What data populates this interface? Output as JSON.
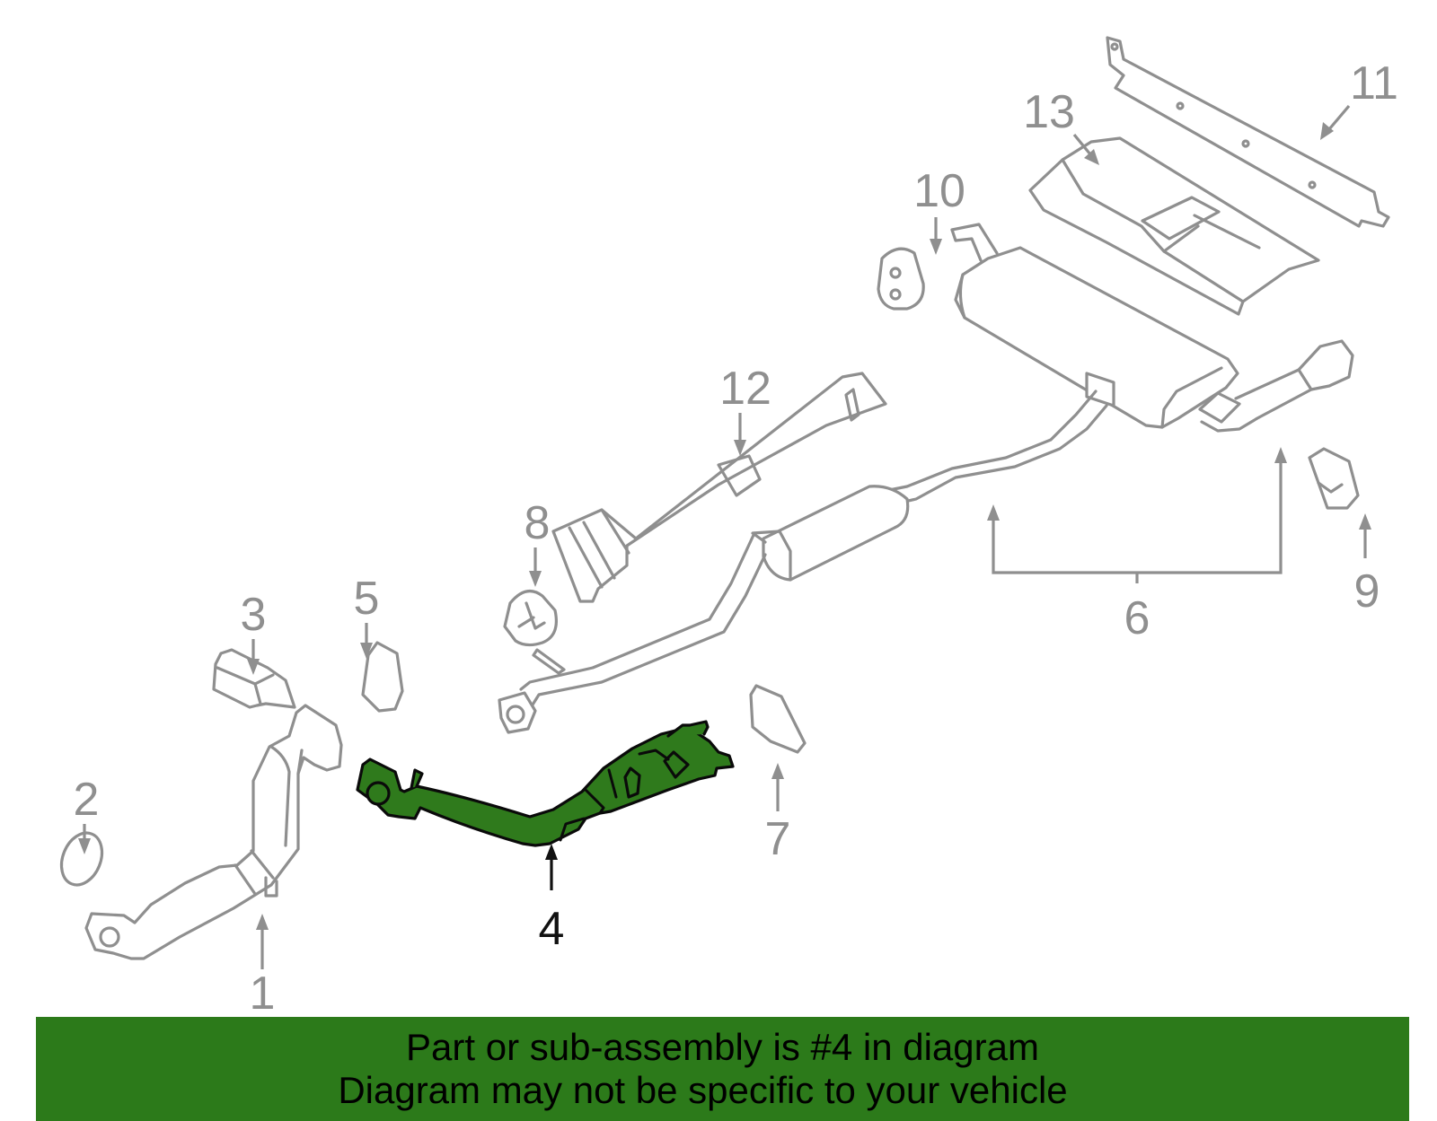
{
  "callouts": {
    "c1": "1",
    "c2": "2",
    "c3": "3",
    "c4": "4",
    "c5": "5",
    "c6": "6",
    "c7": "7",
    "c8": "8",
    "c9": "9",
    "c10": "10",
    "c11": "11",
    "c12": "12",
    "c13": "13"
  },
  "highlight": {
    "part_number": "4",
    "color": "#2f7a1c"
  },
  "banner": {
    "line1": "Part or sub-assembly is #4 in diagram",
    "line2": "Diagram may not be specific to your vehicle",
    "background": "#2c7a1a"
  },
  "colors": {
    "outline": "#8f8f8f",
    "highlight_outline": "#0a0a0a"
  }
}
